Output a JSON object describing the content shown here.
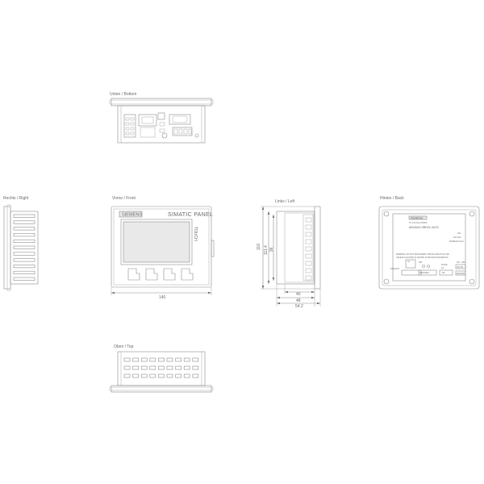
{
  "views": {
    "bottom": "Unten  /  Bottom",
    "right": "Rechts  /  Right",
    "front": "Vorne  /  Front",
    "left": "Links  /  Left",
    "rear": "Hinten  /  Back",
    "top": "Oben  /  Top"
  },
  "front_panel": {
    "brand": "SIEMENS",
    "product": "SIMATIC PANEL",
    "touch": "TOUCH"
  },
  "dimensions": {
    "front_width": "140",
    "left_height_total": "116",
    "left_height_a": "111.4",
    "left_height_b": "96",
    "left_depth_a": "40",
    "left_depth_b": "48",
    "left_depth_c": "54.2"
  },
  "rear_label": {
    "brand": "SIEMENS",
    "line1": "TP 170 Panel PN/DP",
    "line2": "6AV6642-0BD01-3AX0",
    "side1": "100",
    "side2": "SD Card",
    "side3": "MultiMedia Card",
    "warning1": "WARNING: DO NOT DISCONNECT WHILE CIRCUIT IS LIVE",
    "warning2": "UNLESS LOCATION IS KNOWN TO BE NON-HAZARDOUS",
    "port_x1": "X1",
    "port_x80": "X80",
    "port_x2": "X2",
    "port_label1": "DISLIGHT",
    "port_label2": "PROFINET",
    "port_label3": "SLAVE",
    "port_label4": "DP",
    "port_label5": "ON",
    "port_label6": "OFF",
    "port_label7": "24V DC",
    "port_label8": "MASTER"
  },
  "colors": {
    "line": "#8c8c8c",
    "text": "#6a6a6a",
    "fill": "#e9e9e9"
  }
}
